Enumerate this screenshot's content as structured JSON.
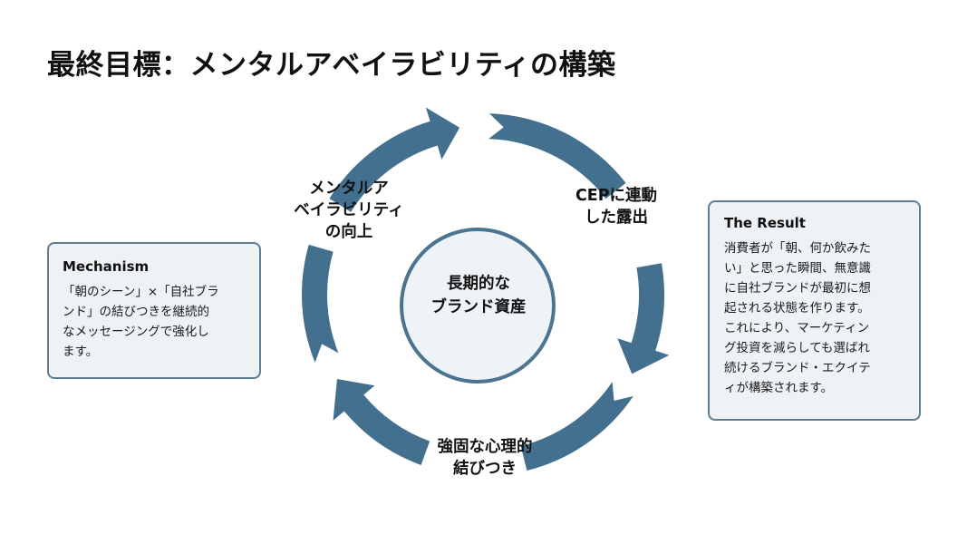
{
  "title": "最終目標：メンタルアベイラビリティの構築",
  "colors": {
    "arrow": "#44708f",
    "box_fill": "#eef2f5",
    "box_border": "#5f7d90",
    "center_fill": "#eef3f7",
    "center_border": "#4a7490"
  },
  "cycle": {
    "center": {
      "lines": [
        "長期的な",
        "ブランド資産"
      ]
    },
    "nodes": [
      {
        "id": "cep",
        "lines": [
          "CEPに連動",
          "した露出"
        ]
      },
      {
        "id": "bond",
        "lines": [
          "強固な心理的",
          "結びつき"
        ]
      },
      {
        "id": "mental",
        "lines": [
          "メンタルア",
          "ベイラビリティ",
          "の向上"
        ]
      }
    ],
    "direction": "clockwise",
    "arrow_icon": "curved-arrow"
  },
  "mechanism": {
    "heading": "Mechanism",
    "lines": [
      "「朝のシーン」×「自社ブラ",
      "ンド」の結びつきを継続的",
      "なメッセージングで強化し",
      "ます。"
    ]
  },
  "result": {
    "heading": "The Result",
    "lines": [
      "消費者が「朝、何か飲みた",
      "い」と思った瞬間、無意識",
      "に自社ブランドが最初に想",
      "起される状態を作ります。",
      "これにより、マーケティン",
      "グ投資を減らしても選ばれ",
      "続けるブランド・エクイテ",
      "ィが構築されます。"
    ]
  }
}
